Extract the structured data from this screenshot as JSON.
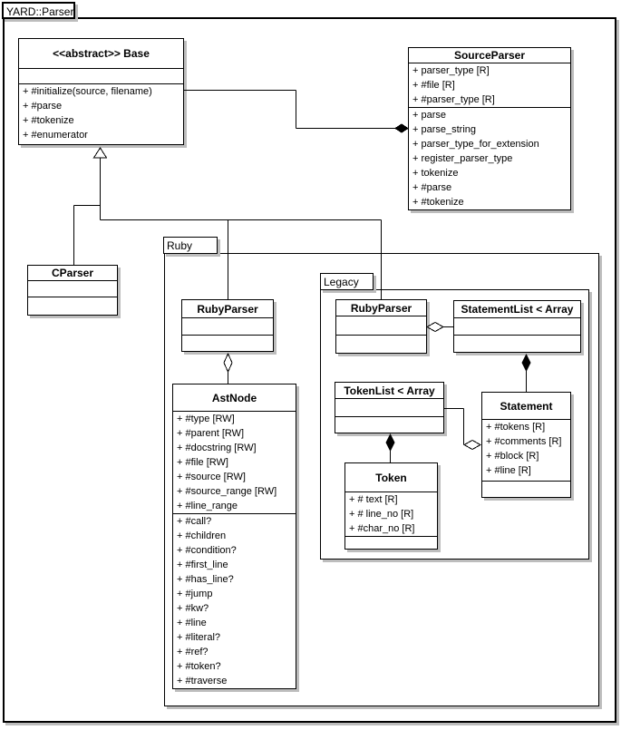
{
  "packages": {
    "outer": {
      "label": "YARD::Parser"
    },
    "ruby": {
      "label": "Ruby"
    },
    "legacy": {
      "label": "Legacy"
    }
  },
  "classes": {
    "base": {
      "title": "<<abstract>> Base",
      "attributes": [],
      "methods": [
        "+ #initialize(source, filename)",
        "+ #parse",
        "+ #tokenize",
        "+ #enumerator"
      ]
    },
    "source_parser": {
      "title": "SourceParser",
      "attributes": [
        "+ parser_type [R]",
        "+ #file [R]",
        "+ #parser_type [R]"
      ],
      "methods": [
        "+ parse",
        "+ parse_string",
        "+ parser_type_for_extension",
        "+ register_parser_type",
        "+ tokenize",
        "+ #parse",
        "+ #tokenize"
      ]
    },
    "cparser": {
      "title": "CParser",
      "attributes": [],
      "methods": []
    },
    "ruby_parser": {
      "title": "RubyParser",
      "attributes": [],
      "methods": []
    },
    "ast_node": {
      "title": "AstNode",
      "attributes": [
        "+ #type [RW]",
        "+ #parent [RW]",
        "+ #docstring [RW]",
        "+ #file [RW]",
        "+ #source [RW]",
        "+ #source_range [RW]",
        "+ #line_range"
      ],
      "methods": [
        "+ #call?",
        "+ #children",
        "+ #condition?",
        "+ #first_line",
        "+ #has_line?",
        "+ #jump",
        "+ #kw?",
        "+ #line",
        "+ #literal?",
        "+ #ref?",
        "+ #token?",
        "+ #traverse"
      ]
    },
    "legacy_ruby_parser": {
      "title": "RubyParser",
      "attributes": [],
      "methods": []
    },
    "statement_list": {
      "title": "StatementList < Array",
      "attributes": [],
      "methods": []
    },
    "token_list": {
      "title": "TokenList < Array",
      "attributes": [],
      "methods": []
    },
    "statement": {
      "title": "Statement",
      "attributes": [
        "+ #tokens [R]",
        "+ #comments [R]",
        "+ #block [R]",
        "+ #line [R]"
      ],
      "methods": []
    },
    "token": {
      "title": "Token",
      "attributes": [
        "+ # text [R]",
        "+ # line_no [R]",
        "+ #char_no [R]"
      ],
      "methods": []
    }
  },
  "relationships": [
    {
      "from": "CParser",
      "to": "Base",
      "type": "generalization"
    },
    {
      "from": "Ruby::RubyParser",
      "to": "Base",
      "type": "generalization"
    },
    {
      "from": "Legacy::RubyParser",
      "to": "Base",
      "type": "generalization"
    },
    {
      "from": "Base",
      "to": "SourceParser",
      "type": "composition"
    },
    {
      "from": "Ruby::RubyParser",
      "to": "Ruby::AstNode",
      "type": "aggregation"
    },
    {
      "from": "Legacy::RubyParser",
      "to": "Legacy::StatementList",
      "type": "aggregation"
    },
    {
      "from": "Legacy::StatementList",
      "to": "Legacy::Statement",
      "type": "composition"
    },
    {
      "from": "Legacy::TokenList",
      "to": "Legacy::Token",
      "type": "composition"
    },
    {
      "from": "Legacy::Statement",
      "to": "Legacy::TokenList",
      "type": "aggregation"
    }
  ],
  "colors": {
    "line": "#000000",
    "shadow": "#bdbdbd",
    "background": "#ffffff",
    "text": "#000000"
  }
}
